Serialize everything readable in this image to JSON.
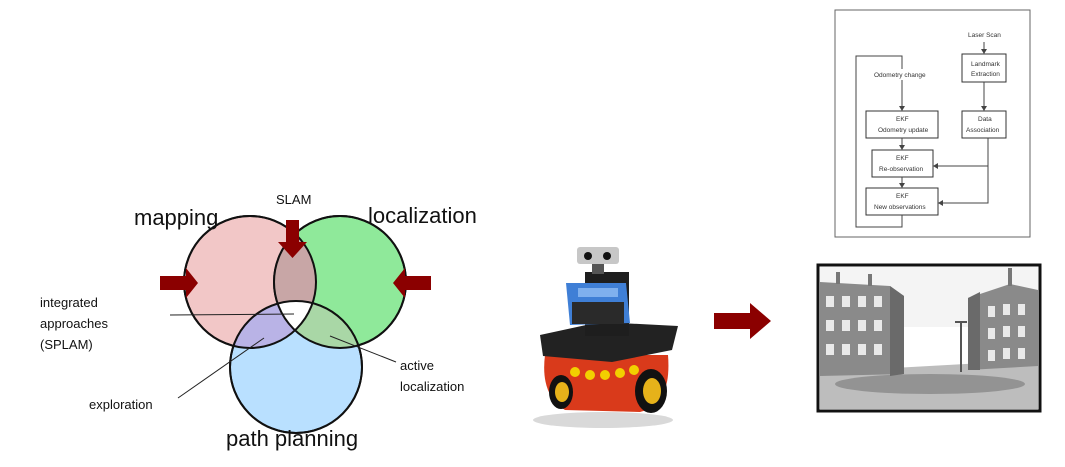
{
  "colors": {
    "arrow": "#8b0000",
    "mapping_circle": "#f2c7c7",
    "localization_circle": "#8fe99a",
    "path_planning_circle": "#b9e0ff",
    "robot_body": "#2f2f2f",
    "robot_base": "#d93a1b",
    "robot_blue": "#3f7fd6",
    "wheel": "#e6b21a"
  },
  "venn": {
    "labels": {
      "mapping": "mapping",
      "localization": "localization",
      "path_planning": "path planning",
      "slam": "SLAM",
      "integrated_1": "integrated",
      "integrated_2": "approaches",
      "integrated_3": "(SPLAM)",
      "exploration": "exploration",
      "active_1": "active",
      "active_2": "localization"
    }
  },
  "flowchart": {
    "laser_scan": "Laser Scan",
    "landmark_1": "Landmark",
    "landmark_2": "Extraction",
    "odometry_change": "Odometry change",
    "ekf_odo_1": "EKF",
    "ekf_odo_2": "Odometry update",
    "data_1": "Data",
    "data_2": "Association",
    "ekf_reobs_1": "EKF",
    "ekf_reobs_2": "Re-observation",
    "ekf_new_1": "EKF",
    "ekf_new_2": "New observations"
  }
}
